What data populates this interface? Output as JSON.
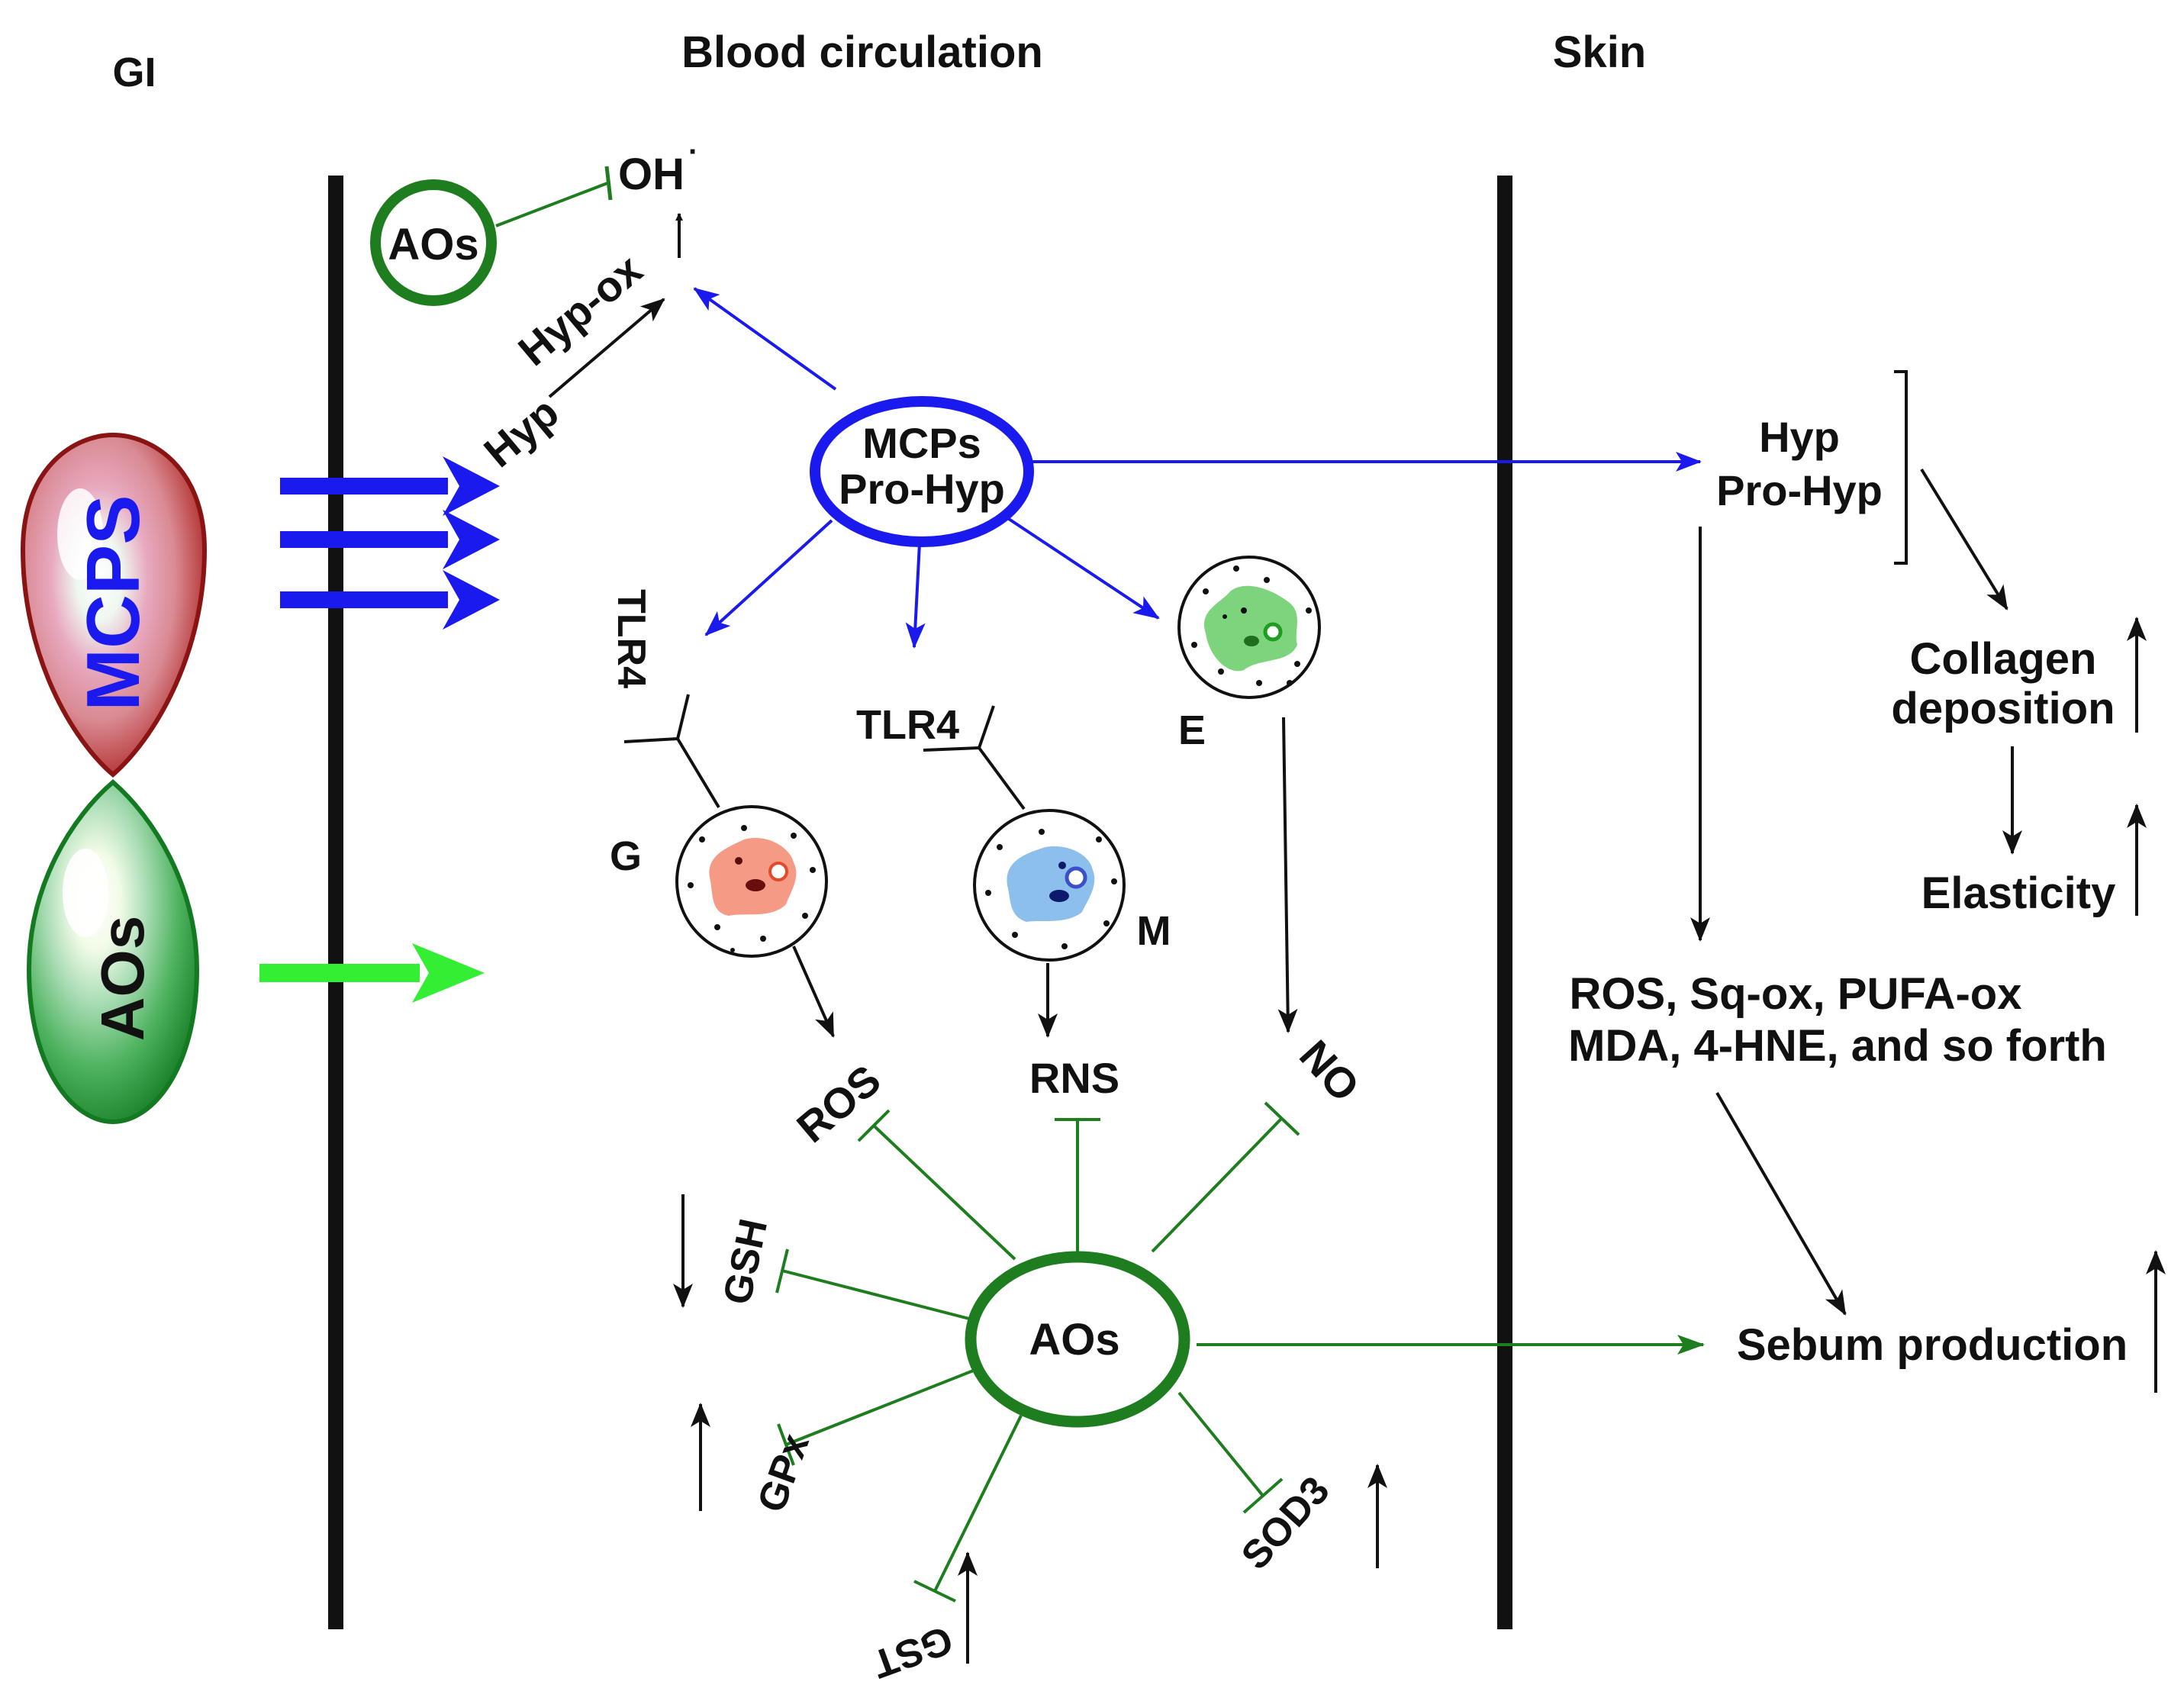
{
  "headers": {
    "gi": "GI",
    "blood": "Blood circulation",
    "skin": "Skin"
  },
  "gi_drops": {
    "mcps": "MCPS",
    "aos": "AOs"
  },
  "blood": {
    "aos_small": "AOs",
    "oh": "OH",
    "oh_radical": "·",
    "hyp_ox": "Hyp-ox",
    "hyp": "Hyp",
    "mcps_line1": "MCPs",
    "mcps_line2": "Pro-Hyp",
    "tlr4_left": "TLR4",
    "tlr4_mid": "TLR4",
    "cell_e": "E",
    "cell_g": "G",
    "cell_m": "M",
    "ros": "ROS",
    "rns": "RNS",
    "no": "NO",
    "aos_center": "AOs",
    "gsh": "GSH",
    "gpx": "GPx",
    "gst": "GST",
    "sod3": "SOD3"
  },
  "skin": {
    "hyp": "Hyp",
    "pro_hyp": "Pro-Hyp",
    "collagen_1": "Collagen",
    "collagen_2": "deposition",
    "elasticity": "Elasticity",
    "oxidants_1": "ROS, Sq-ox, PUFA-ox",
    "oxidants_2": "MDA, 4-HNE, and so forth",
    "sebum": "Sebum production"
  },
  "colors": {
    "blue": "#1a1aee",
    "green": "#1e7d1e",
    "bright_green": "#33ee33",
    "black": "#111111",
    "red_drop": "#a01818"
  }
}
